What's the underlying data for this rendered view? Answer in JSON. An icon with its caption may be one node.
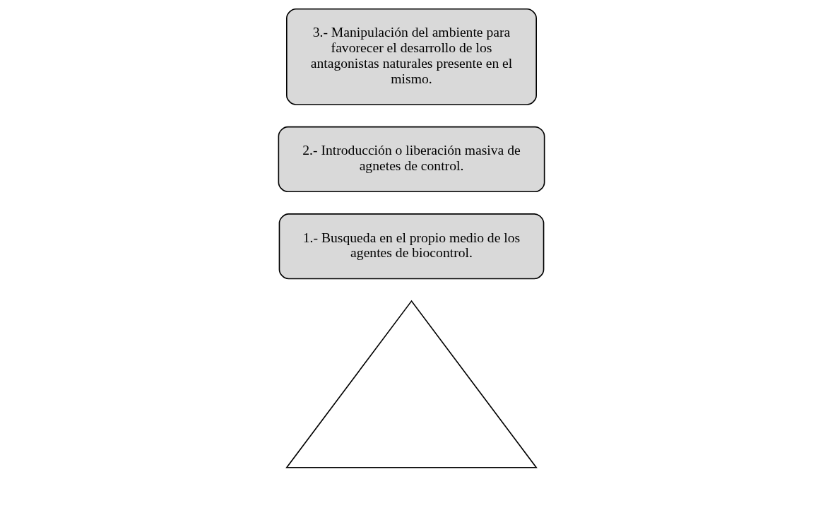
{
  "diagram": {
    "nodes": [
      {
        "text": [],
        "shape": "triangle"
      },
      {
        "text": [
          "1.- Busqueda en el propio medio de los agentes de biocontrol."
        ]
      },
      {
        "text": [
          "2.- Introducción o liberación masiva de agnetes de control."
        ]
      },
      {
        "text": [
          "3.- Manipulación del ambiente para favorecer el desarrollo de los antagonistas naturales presente en el mismo."
        ]
      }
    ]
  }
}
